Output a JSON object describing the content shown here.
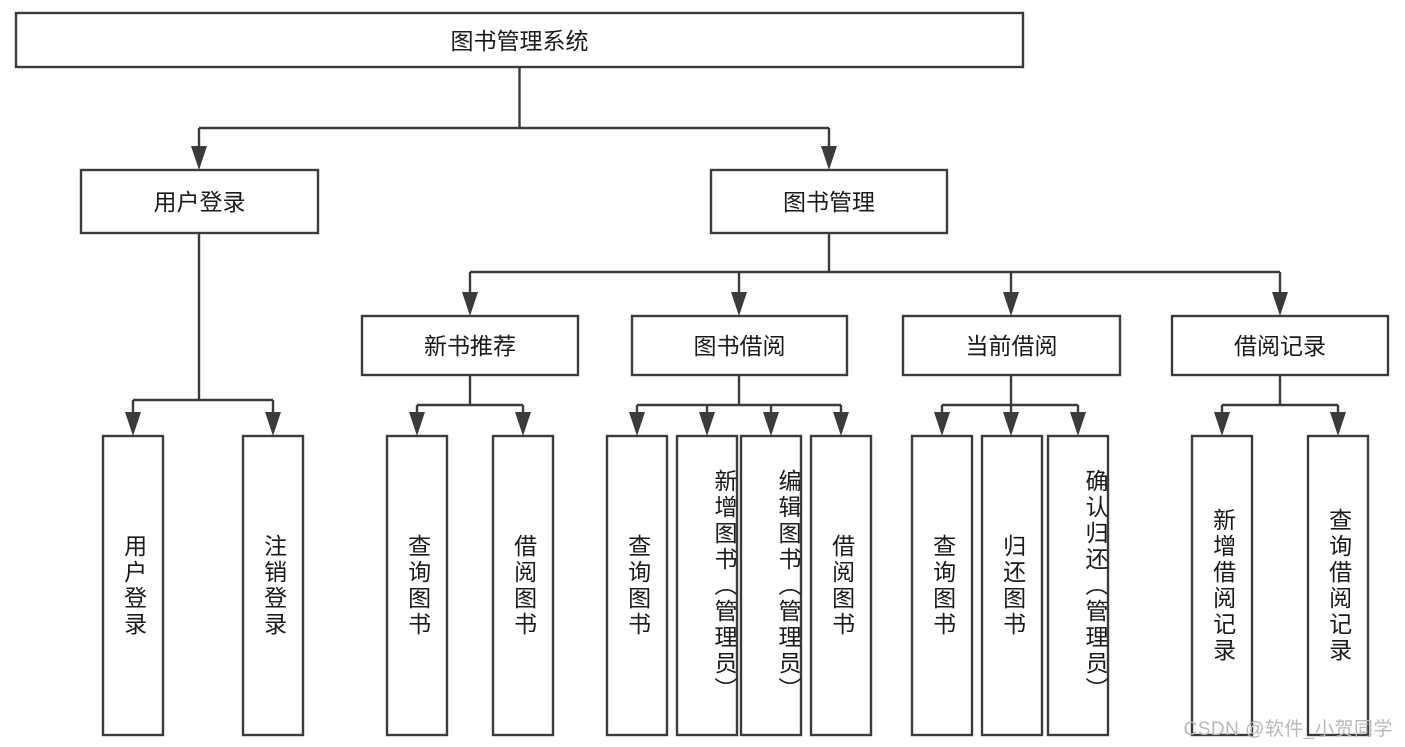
{
  "diagram": {
    "type": "tree",
    "title": "图书管理系统",
    "watermark": "CSDN @软件_小贺同学",
    "colors": {
      "box_stroke": "#3b3b3b",
      "box_fill": "#ffffff",
      "text": "#1a1a1a",
      "background": "#ffffff",
      "watermark": "#b9b9b9"
    },
    "levels": {
      "root": {
        "label": "图书管理系统"
      },
      "level2": [
        {
          "label": "用户登录"
        },
        {
          "label": "图书管理"
        }
      ],
      "level3": [
        {
          "label": "新书推荐"
        },
        {
          "label": "图书借阅"
        },
        {
          "label": "当前借阅"
        },
        {
          "label": "借阅记录"
        }
      ],
      "leaves": {
        "user_login": [
          {
            "label": "用户登录"
          },
          {
            "label": "注销登录"
          }
        ],
        "new_book_recommend": [
          {
            "label": "查询图书"
          },
          {
            "label": "借阅图书"
          }
        ],
        "book_borrow": [
          {
            "label": "查询图书"
          },
          {
            "label": "新增图书（管理员）"
          },
          {
            "label": "编辑图书（管理员）"
          },
          {
            "label": "借阅图书"
          }
        ],
        "current_borrow": [
          {
            "label": "查询图书"
          },
          {
            "label": "归还图书"
          },
          {
            "label": "确认归还（管理员）"
          }
        ],
        "borrow_record": [
          {
            "label": "新增借阅记录"
          },
          {
            "label": "查询借阅记录"
          }
        ]
      }
    }
  }
}
